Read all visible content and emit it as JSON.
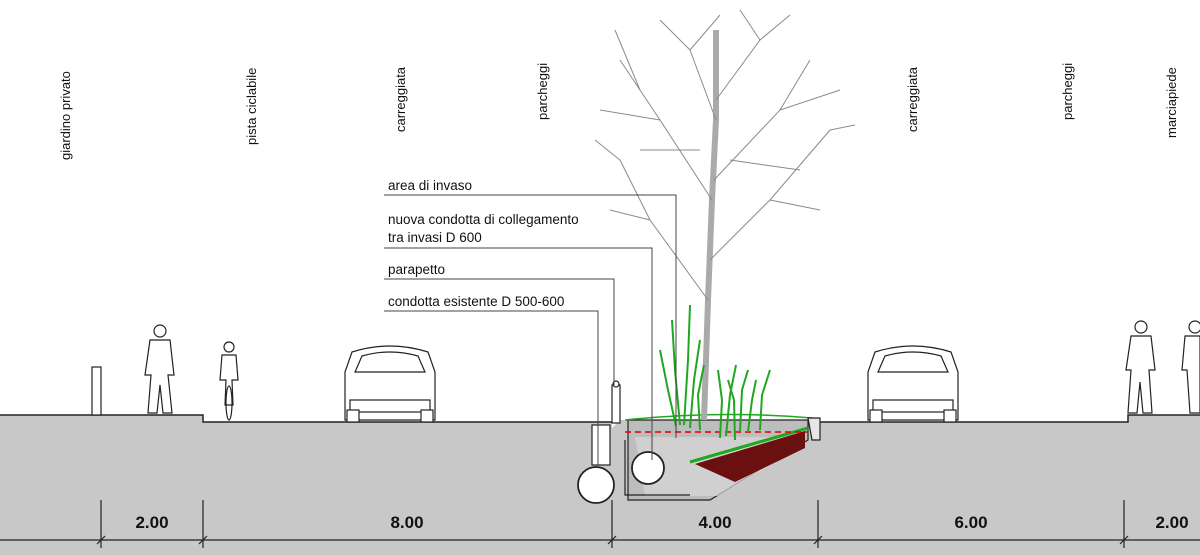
{
  "zones": [
    {
      "id": "giardino",
      "label": "giardino privato"
    },
    {
      "id": "pista",
      "label": "pista ciclabile"
    },
    {
      "id": "carreggiata1",
      "label": "carreggiata"
    },
    {
      "id": "parcheggi1",
      "label": "parcheggi"
    },
    {
      "id": "carreggiata2",
      "label": "carreggiata"
    },
    {
      "id": "parcheggi2",
      "label": "parcheggi"
    },
    {
      "id": "marciapiede",
      "label": "marciapiede"
    }
  ],
  "callouts": {
    "area_invaso": "area di invaso",
    "nuova_condotta_1": "nuova condotta di collegamento",
    "nuova_condotta_2": "tra invasi  D 600",
    "parapetto": "parapetto",
    "condotta_esistente": "condotta esistente D 500-600"
  },
  "dimensions": [
    "2.00",
    "8.00",
    "4.00",
    "6.00",
    "2.00"
  ],
  "colors": {
    "ground": "#c8c8c8",
    "vegetation": "#1fa81f",
    "soil": "#6b1010",
    "dashed_line": "#e00000",
    "line": "#222222"
  }
}
